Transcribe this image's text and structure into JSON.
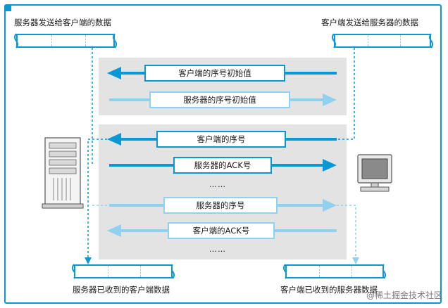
{
  "labels": {
    "server_send": "服务器发送给客户端的数据",
    "client_send": "客户端发送给服务器的数据",
    "server_recv": "服务器已收到的客户端数据",
    "client_recv": "客户端已收到的服务器数据"
  },
  "messages": {
    "m1": "客户端的序号初始值",
    "m2": "服务器的序号初始值",
    "m3": "客户端的序号",
    "m4": "服务器的ACK号",
    "m5": "服务器的序号",
    "m6": "客户端的ACK号"
  },
  "dots": "……",
  "watermark": "@稀土掘金技术社区",
  "colors": {
    "dark": "#0a97d6",
    "light": "#8fd1ee",
    "panel": "#e3e3e3"
  }
}
